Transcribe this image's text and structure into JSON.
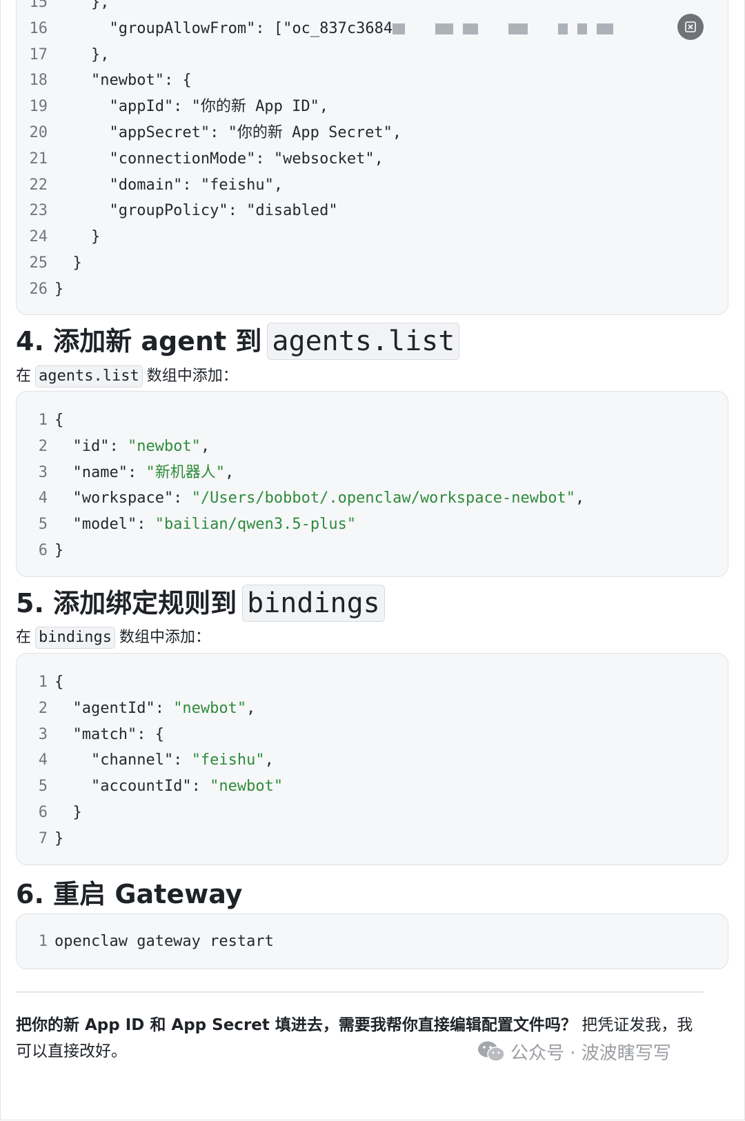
{
  "top_block": {
    "lines": [
      {
        "n": "15",
        "text": "    },"
      },
      {
        "n": "16",
        "text": "      \"groupAllowFrom\": [\"oc_837c3684",
        "redacted": true
      },
      {
        "n": "17",
        "text": "    },"
      },
      {
        "n": "18",
        "text": "    \"newbot\": {"
      },
      {
        "n": "19",
        "text": "      \"appId\": \"你的新 App ID\","
      },
      {
        "n": "20",
        "text": "      \"appSecret\": \"你的新 App Secret\","
      },
      {
        "n": "21",
        "text": "      \"connectionMode\": \"websocket\","
      },
      {
        "n": "22",
        "text": "      \"domain\": \"feishu\","
      },
      {
        "n": "23",
        "text": "      \"groupPolicy\": \"disabled\""
      },
      {
        "n": "24",
        "text": "    }"
      },
      {
        "n": "25",
        "text": "  }"
      },
      {
        "n": "26",
        "text": "}"
      }
    ]
  },
  "section4": {
    "heading": "4. 添加新 agent 到",
    "heading_code": "agents.list",
    "para_prefix": "在",
    "para_code": "agents.list",
    "para_suffix": "数组中添加："
  },
  "block4": {
    "lines": [
      {
        "n": "1",
        "pre": "{",
        "str": "",
        "post": ""
      },
      {
        "n": "2",
        "pre": "  \"id\": ",
        "str": "\"newbot\"",
        "post": ","
      },
      {
        "n": "3",
        "pre": "  \"name\": ",
        "str": "\"新机器人\"",
        "post": ","
      },
      {
        "n": "4",
        "pre": "  \"workspace\": ",
        "str": "\"/Users/bobbot/.openclaw/workspace-newbot\"",
        "post": ","
      },
      {
        "n": "5",
        "pre": "  \"model\": ",
        "str": "\"bailian/qwen3.5-plus\"",
        "post": ""
      },
      {
        "n": "6",
        "pre": "}",
        "str": "",
        "post": ""
      }
    ]
  },
  "section5": {
    "heading": "5. 添加绑定规则到",
    "heading_code": "bindings",
    "para_prefix": "在",
    "para_code": "bindings",
    "para_suffix": "数组中添加："
  },
  "block5": {
    "lines": [
      {
        "n": "1",
        "pre": "{",
        "str": "",
        "post": ""
      },
      {
        "n": "2",
        "pre": "  \"agentId\": ",
        "str": "\"newbot\"",
        "post": ","
      },
      {
        "n": "3",
        "pre": "  \"match\": {",
        "str": "",
        "post": ""
      },
      {
        "n": "4",
        "pre": "    \"channel\": ",
        "str": "\"feishu\"",
        "post": ","
      },
      {
        "n": "5",
        "pre": "    \"accountId\": ",
        "str": "\"newbot\"",
        "post": ""
      },
      {
        "n": "6",
        "pre": "  }",
        "str": "",
        "post": ""
      },
      {
        "n": "7",
        "pre": "}",
        "str": "",
        "post": ""
      }
    ]
  },
  "section6": {
    "heading": "6. 重启 Gateway"
  },
  "block6": {
    "lines": [
      {
        "n": "1",
        "pre": "openclaw gateway restart",
        "str": "",
        "post": ""
      }
    ]
  },
  "footer": {
    "bold_text": "把你的新 App ID 和 App Secret 填进去，需要我帮你直接编辑配置文件吗？",
    "normal_text": " 把凭证发我，我可以直接改好。"
  },
  "watermark": {
    "icon": "wechat-icon",
    "text": "公众号 · 波波瞎写写"
  },
  "close_button": {
    "icon": "exit-fullscreen-icon"
  }
}
